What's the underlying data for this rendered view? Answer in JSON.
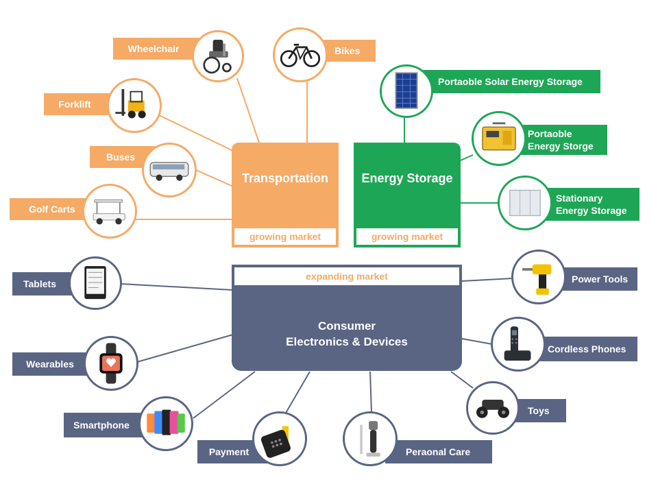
{
  "hubs": {
    "transportation": {
      "title": "Transportation",
      "tag": "growing market"
    },
    "energy_storage": {
      "title": "Energy Storage",
      "tag": "growing market"
    },
    "consumer": {
      "title_line1": "Consumer",
      "title_line2": "Electronics & Devices",
      "tag": "expanding market"
    }
  },
  "transportation_items": [
    {
      "label": "Wheelchair",
      "icon": "wheelchair-icon"
    },
    {
      "label": "Bikes",
      "icon": "bike-icon"
    },
    {
      "label": "Forklift",
      "icon": "forklift-icon"
    },
    {
      "label": "Buses",
      "icon": "bus-icon"
    },
    {
      "label": "Golf Carts",
      "icon": "golf-cart-icon"
    }
  ],
  "energy_items": [
    {
      "label": "Portaoble Solar Energy Storage",
      "icon": "solar-panel-icon"
    },
    {
      "label_line1": "Portaoble",
      "label_line2": "Energy Storge",
      "icon": "portable-battery-icon"
    },
    {
      "label_line1": "Stationary",
      "label_line2": "Energy Storage",
      "icon": "storage-cabinet-icon"
    }
  ],
  "consumer_items": [
    {
      "label": "Tablets",
      "icon": "tablet-icon"
    },
    {
      "label": "Wearables",
      "icon": "smartwatch-icon"
    },
    {
      "label": "Smartphone",
      "icon": "smartphone-icon"
    },
    {
      "label": "Payment",
      "icon": "payment-terminal-icon"
    },
    {
      "label": "Peraonal Care",
      "icon": "shaver-icon"
    },
    {
      "label": "Toys",
      "icon": "rc-car-icon"
    },
    {
      "label": "Cordless Phones",
      "icon": "cordless-phone-icon"
    },
    {
      "label": "Power Tools",
      "icon": "drill-icon"
    }
  ],
  "colors": {
    "transport": "#f5aa66",
    "energy": "#1ea657",
    "consumer": "#5a6584"
  }
}
